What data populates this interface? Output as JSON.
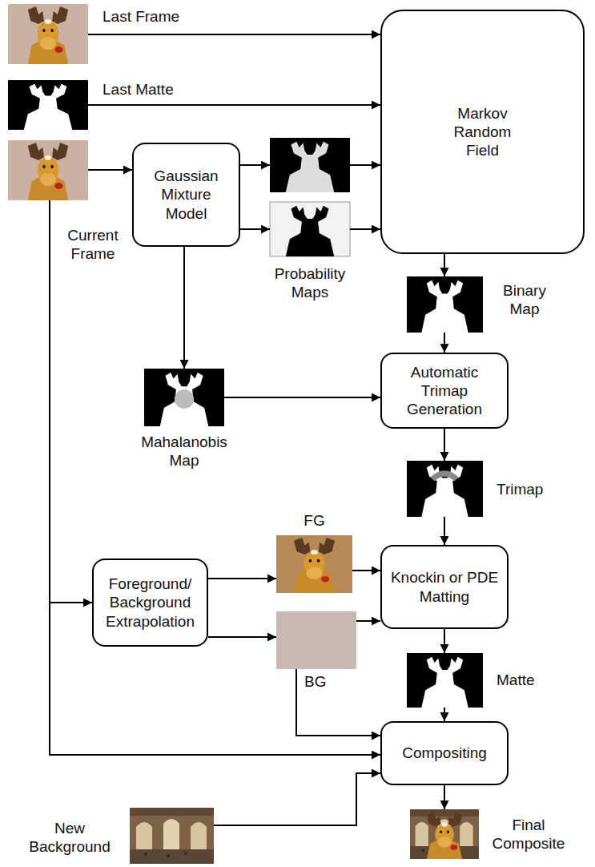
{
  "diagram": {
    "nodes": [
      {
        "text": [
          "Last Frame"
        ]
      },
      {
        "text": [
          "Markov Random Field"
        ]
      },
      {
        "text": [
          "Last Matte"
        ]
      },
      {
        "text": [
          "Current Frame"
        ]
      },
      {
        "text": [
          "Gaussian Mixture Model"
        ]
      },
      {
        "text": [
          "Probability Maps"
        ]
      },
      {
        "text": [
          "Binary Map"
        ]
      },
      {
        "text": [
          "Mahalanobis Map"
        ]
      },
      {
        "text": [
          "Automatic Trimap Generation"
        ]
      },
      {
        "text": [
          "Trimap"
        ]
      },
      {
        "text": [
          "FG"
        ]
      },
      {
        "text": [
          "Knockin or PDE Matting"
        ]
      },
      {
        "text": [
          "Foreground/ Background Extrapolation"
        ]
      },
      {
        "text": [
          "BG"
        ]
      },
      {
        "text": [
          "Matte"
        ]
      },
      {
        "text": [
          "Compositing"
        ]
      },
      {
        "text": [
          "New Background"
        ]
      },
      {
        "text": [
          "Final Composite"
        ]
      }
    ],
    "edges": [
      {
        "from": 0,
        "to": 1,
        "arrow": "to"
      },
      {
        "from": 2,
        "to": 1,
        "arrow": "to"
      },
      {
        "from": 3,
        "to": 4,
        "arrow": "to"
      },
      {
        "from": 4,
        "to": 5,
        "arrow": "to"
      },
      {
        "from": 4,
        "to": 5,
        "arrow": "to"
      },
      {
        "from": 5,
        "to": 1,
        "arrow": "to"
      },
      {
        "from": 5,
        "to": 1,
        "arrow": "to"
      },
      {
        "from": 1,
        "to": 6,
        "arrow": "to"
      },
      {
        "from": 6,
        "to": 8,
        "arrow": "to"
      },
      {
        "from": 4,
        "to": 7,
        "arrow": "to"
      },
      {
        "from": 7,
        "to": 8,
        "arrow": "to"
      },
      {
        "from": 8,
        "to": 9,
        "arrow": "to"
      },
      {
        "from": 9,
        "to": 11,
        "arrow": "to"
      },
      {
        "from": 3,
        "to": 12,
        "arrow": "to"
      },
      {
        "from": 12,
        "to": 10,
        "arrow": "to"
      },
      {
        "from": 12,
        "to": 13,
        "arrow": "to"
      },
      {
        "from": 10,
        "to": 11,
        "arrow": "to"
      },
      {
        "from": 13,
        "to": 11,
        "arrow": "to"
      },
      {
        "from": 11,
        "to": 14,
        "arrow": "to"
      },
      {
        "from": 14,
        "to": 15,
        "arrow": "to"
      },
      {
        "from": 13,
        "to": 15,
        "arrow": "to"
      },
      {
        "from": 3,
        "to": 15,
        "arrow": "to"
      },
      {
        "from": 16,
        "to": 15,
        "arrow": "to"
      },
      {
        "from": 15,
        "to": 17,
        "arrow": "to"
      }
    ]
  }
}
